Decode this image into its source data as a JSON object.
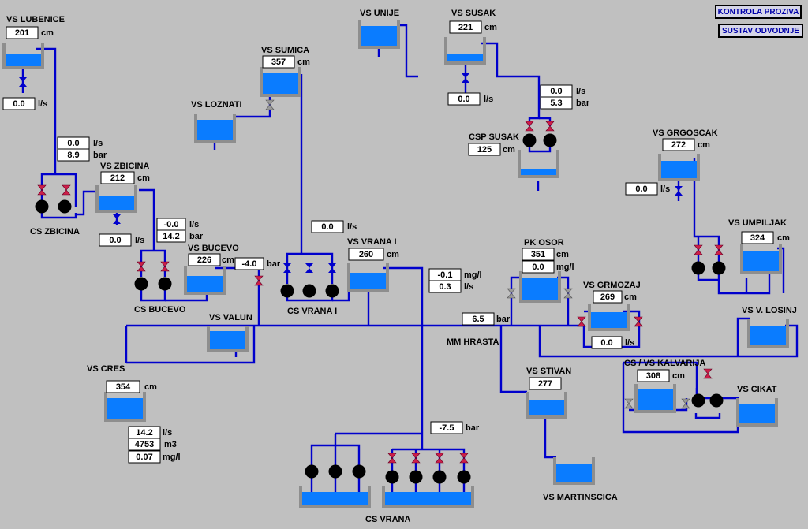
{
  "buttons": {
    "kontrola_proziva": "KONTROLA PROZIVA",
    "sustav_odvodnje": "SUSTAV ODVODNJE"
  },
  "colors": {
    "background": "#c0c0c0",
    "pipe": "#0000cc",
    "water": "#0a7cff",
    "tank": "#8e8e8e",
    "valve_open": "#0000cc",
    "valve_closed": "#cc1f4a",
    "valve_idle": "#9a9a9a",
    "button_text": "#0000aa"
  },
  "units": {
    "cm": "cm",
    "ls": "l/s",
    "bar": "bar",
    "mgl": "mg/l",
    "m3": "m3"
  },
  "stations": {
    "vs_lubenice": {
      "name": "VS LUBENICE",
      "level": "201",
      "flow": "0.0"
    },
    "vs_unije": {
      "name": "VS UNIJE"
    },
    "vs_susak": {
      "name": "VS SUSAK",
      "level": "221",
      "flow": "0.0"
    },
    "susak_pump": {
      "flow": "0.0",
      "pressure": "5.3"
    },
    "csp_susak": {
      "name": "CSP SUSAK",
      "level": "125"
    },
    "vs_sumica": {
      "name": "VS SUMICA",
      "level": "357"
    },
    "vs_loznati": {
      "name": "VS LOZNATI"
    },
    "cs_zbicina": {
      "name": "CS ZBICINA",
      "flow": "0.0",
      "pressure": "8.9"
    },
    "vs_zbicina": {
      "name": "VS ZBICINA",
      "level": "212",
      "flow": "0.0"
    },
    "cs_bucevo": {
      "name": "CS BUCEVO",
      "flow": "-0.0",
      "pressure": "14.2"
    },
    "vs_bucevo": {
      "name": "VS BUCEVO",
      "level": "226",
      "pressure": "-4.0"
    },
    "cs_vrana_i": {
      "name": "CS VRANA I",
      "flow": "0.0"
    },
    "vs_vrana_i": {
      "name": "VS VRANA I",
      "level": "260"
    },
    "vrana_quality": {
      "chlorine": "-0.1",
      "flow": "0.3"
    },
    "vs_valun": {
      "name": "VS VALUN"
    },
    "vs_cres": {
      "name": "VS CRES",
      "level": "354",
      "flow": "14.2",
      "volume": "4753",
      "chlorine": "0.07"
    },
    "pk_osor": {
      "name": "PK OSOR",
      "level": "351",
      "chlorine": "0.0"
    },
    "mm_hrasta": {
      "name": "MM HRASTA",
      "pressure": "6.5"
    },
    "vs_grmozaj": {
      "name": "VS GRMOZAJ",
      "level": "269",
      "flow": "0.0"
    },
    "vs_grgoscak": {
      "name": "VS GRGOSCAK",
      "level": "272",
      "flow": "0.0"
    },
    "vs_umpiljak": {
      "name": "VS UMPILJAK",
      "level": "324"
    },
    "vs_v_losinj": {
      "name": "VS V. LOSINJ"
    },
    "cs_vs_kalvarija": {
      "name": "CS / VS KALVARIJA",
      "level": "308"
    },
    "vs_cikat": {
      "name": "VS CIKAT"
    },
    "vs_stivan": {
      "name": "VS STIVAN",
      "level": "277"
    },
    "vs_martinscica": {
      "name": "VS MARTINSCICA"
    },
    "cs_vrana": {
      "name": "CS VRANA",
      "pressure": "-7.5"
    }
  }
}
